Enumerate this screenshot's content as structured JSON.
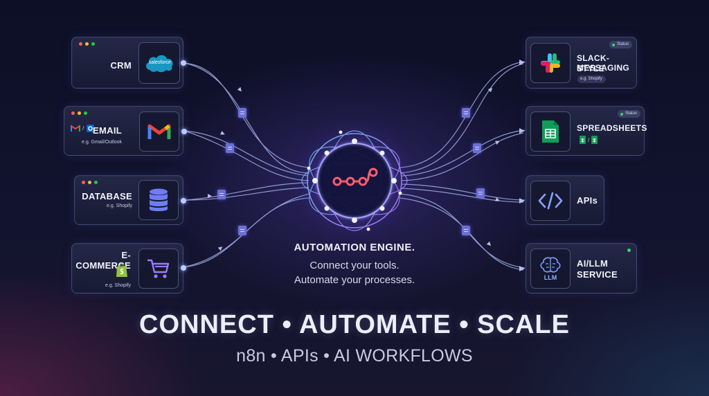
{
  "colors": {
    "accent": "#8f7bff",
    "wire": "#b7c4ff",
    "hub_icon": "#ff5d6c",
    "status_green": "#34d46a"
  },
  "inputs": [
    {
      "id": "crm",
      "label": "CRM",
      "hint": "",
      "icon": "salesforce-logo",
      "icon_text": "salesforce"
    },
    {
      "id": "email",
      "label": "EMAIL",
      "hint": "e.g. Gmail/Outlook",
      "icon": "gmail-logo",
      "icon_text": "",
      "mini_sep": "/"
    },
    {
      "id": "database",
      "label": "DATABASE",
      "hint": "e.g. Shopify",
      "icon": "database-icon",
      "icon_text": ""
    },
    {
      "id": "ecommerce",
      "label": "E-COMMERCE",
      "hint": "e.g. Shopify",
      "icon": "shopping-cart-icon",
      "icon_text": ""
    }
  ],
  "outputs": [
    {
      "id": "slack",
      "label_line1": "SLACK-STYLE",
      "label_line2": "MESSAGING",
      "hint": "e.g. Shopify",
      "status": "Status",
      "icon": "slack-logo"
    },
    {
      "id": "sheets",
      "label_line1": "SPREADSHEETS",
      "label_line2": "",
      "hint": "",
      "status": "Status",
      "icon": "spreadsheet-icon",
      "mini_sep": "/"
    },
    {
      "id": "apis",
      "label_line1": "APIs",
      "label_line2": "",
      "hint": "",
      "status": "",
      "icon": "code-brackets-icon"
    },
    {
      "id": "ai",
      "label_line1": "AI/LLM",
      "label_line2": "SERVICE",
      "hint": "",
      "status": "",
      "icon": "ai-brain-icon",
      "icon_text": "LLM"
    }
  ],
  "engine": {
    "title": "AUTOMATION ENGINE.",
    "subtitle_line1": "Connect your tools.",
    "subtitle_line2": "Automate your processes.",
    "icon": "workflow-nodes-icon"
  },
  "headline": "CONNECT • AUTOMATE • SCALE",
  "subline": "n8n • APIs • AI WORKFLOWS"
}
